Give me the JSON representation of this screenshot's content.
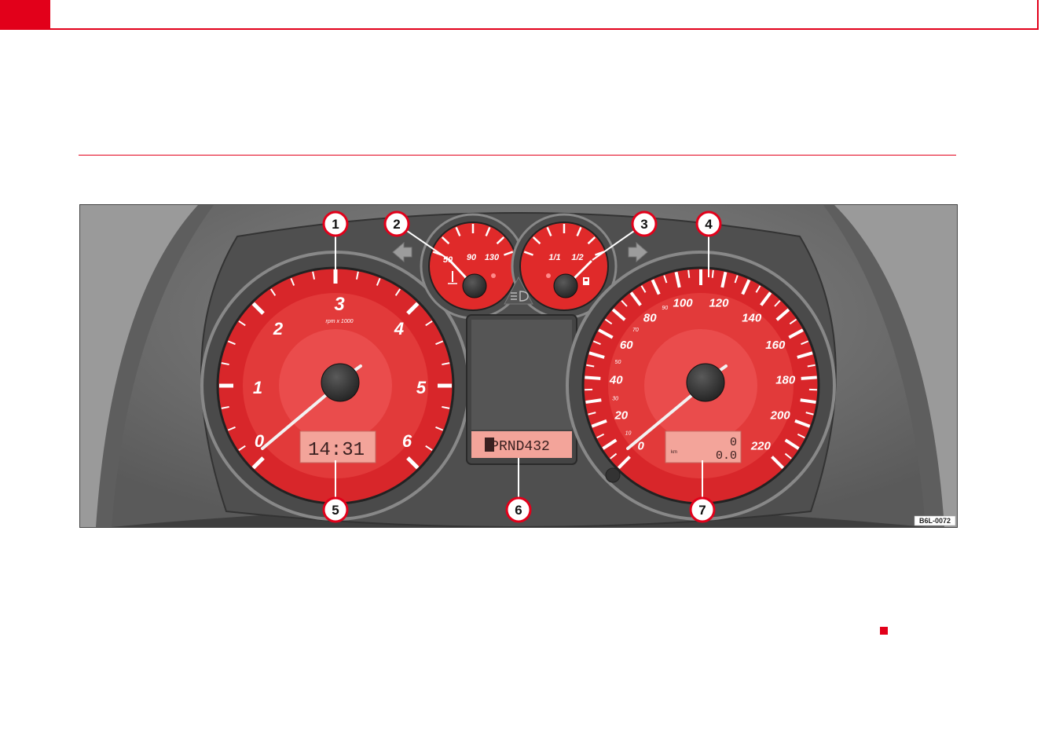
{
  "figure": {
    "code": "B6L-0072",
    "callouts": [
      "1",
      "2",
      "3",
      "4",
      "5",
      "6",
      "7"
    ],
    "tachometer": {
      "unit_label": "rpm x 1000",
      "scale": [
        "0",
        "1",
        "2",
        "3",
        "4",
        "5",
        "6"
      ],
      "clock": "14:31"
    },
    "coolant_gauge": {
      "scale": [
        "50",
        "90",
        "130"
      ],
      "icon": "coolant-temperature-icon"
    },
    "fuel_gauge": {
      "scale": [
        "1/1",
        "1/2"
      ],
      "icon": "fuel-pump-icon"
    },
    "speedometer": {
      "major_scale": [
        "0",
        "20",
        "40",
        "60",
        "80",
        "100",
        "120",
        "140",
        "160",
        "180",
        "200",
        "220"
      ],
      "minor_scale": [
        "10",
        "30",
        "50",
        "70",
        "90"
      ],
      "odometer_total": "0",
      "odometer_trip": "0.0",
      "trip_unit": "km"
    },
    "center_display": {
      "gear_indicator": "PRND432",
      "selected_gear": "P"
    },
    "icons": {
      "turn_left": "turn-left-arrow-icon",
      "turn_right": "turn-right-arrow-icon",
      "headlight": "main-beam-icon"
    },
    "colors": {
      "accent": "#e2001a",
      "dial_red": "#e02a2a",
      "lcd": "#f3a49a"
    }
  }
}
